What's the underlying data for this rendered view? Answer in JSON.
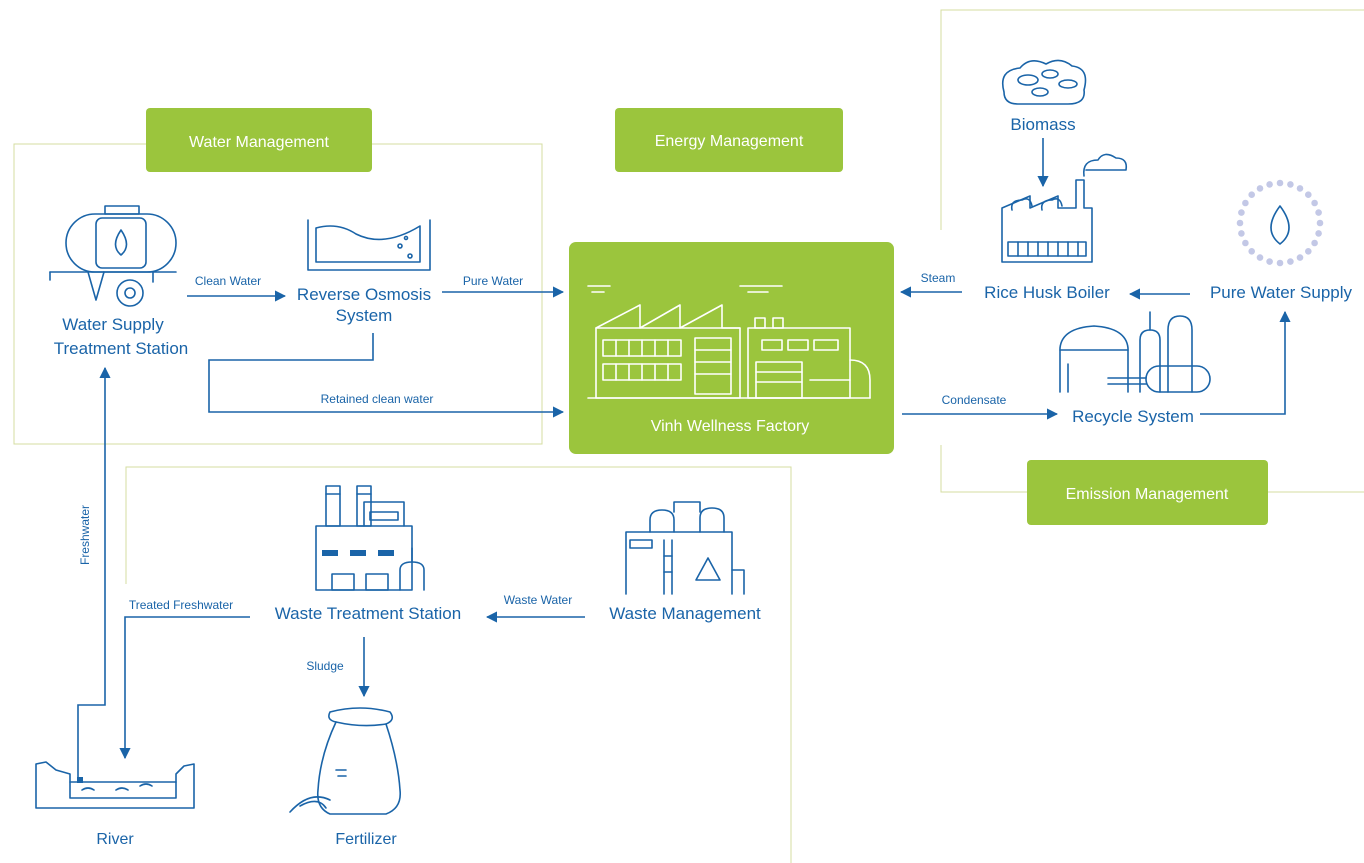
{
  "regions": {
    "water": "Water Management",
    "energy": "Energy Management",
    "emission": "Emission Management"
  },
  "nodes": {
    "water_supply_line1": "Water Supply",
    "water_supply_line2": "Treatment Station",
    "ro_line1": "Reverse Osmosis",
    "ro_line2": "System",
    "factory": "Vinh Wellness Factory",
    "biomass": "Biomass",
    "boiler": "Rice Husk Boiler",
    "pure_water_supply": "Pure Water Supply",
    "recycle": "Recycle System",
    "waste_treatment": "Waste Treatment Station",
    "waste_management": "Waste Management",
    "river": "River",
    "fertilizer": "Fertilizer"
  },
  "flows": {
    "clean_water": "Clean Water",
    "pure_water": "Pure Water",
    "retained": "Retained clean water",
    "steam": "Steam",
    "condensate": "Condensate",
    "freshwater": "Freshwater",
    "treated_freshwater": "Treated Freshwater",
    "waste_water": "Waste Water",
    "sludge": "Sludge"
  },
  "colors": {
    "accent_green": "#9bc53d",
    "line_blue": "#1a64a8",
    "region_border": "#d4dea0",
    "dot_lavender": "#c3c8e6"
  }
}
